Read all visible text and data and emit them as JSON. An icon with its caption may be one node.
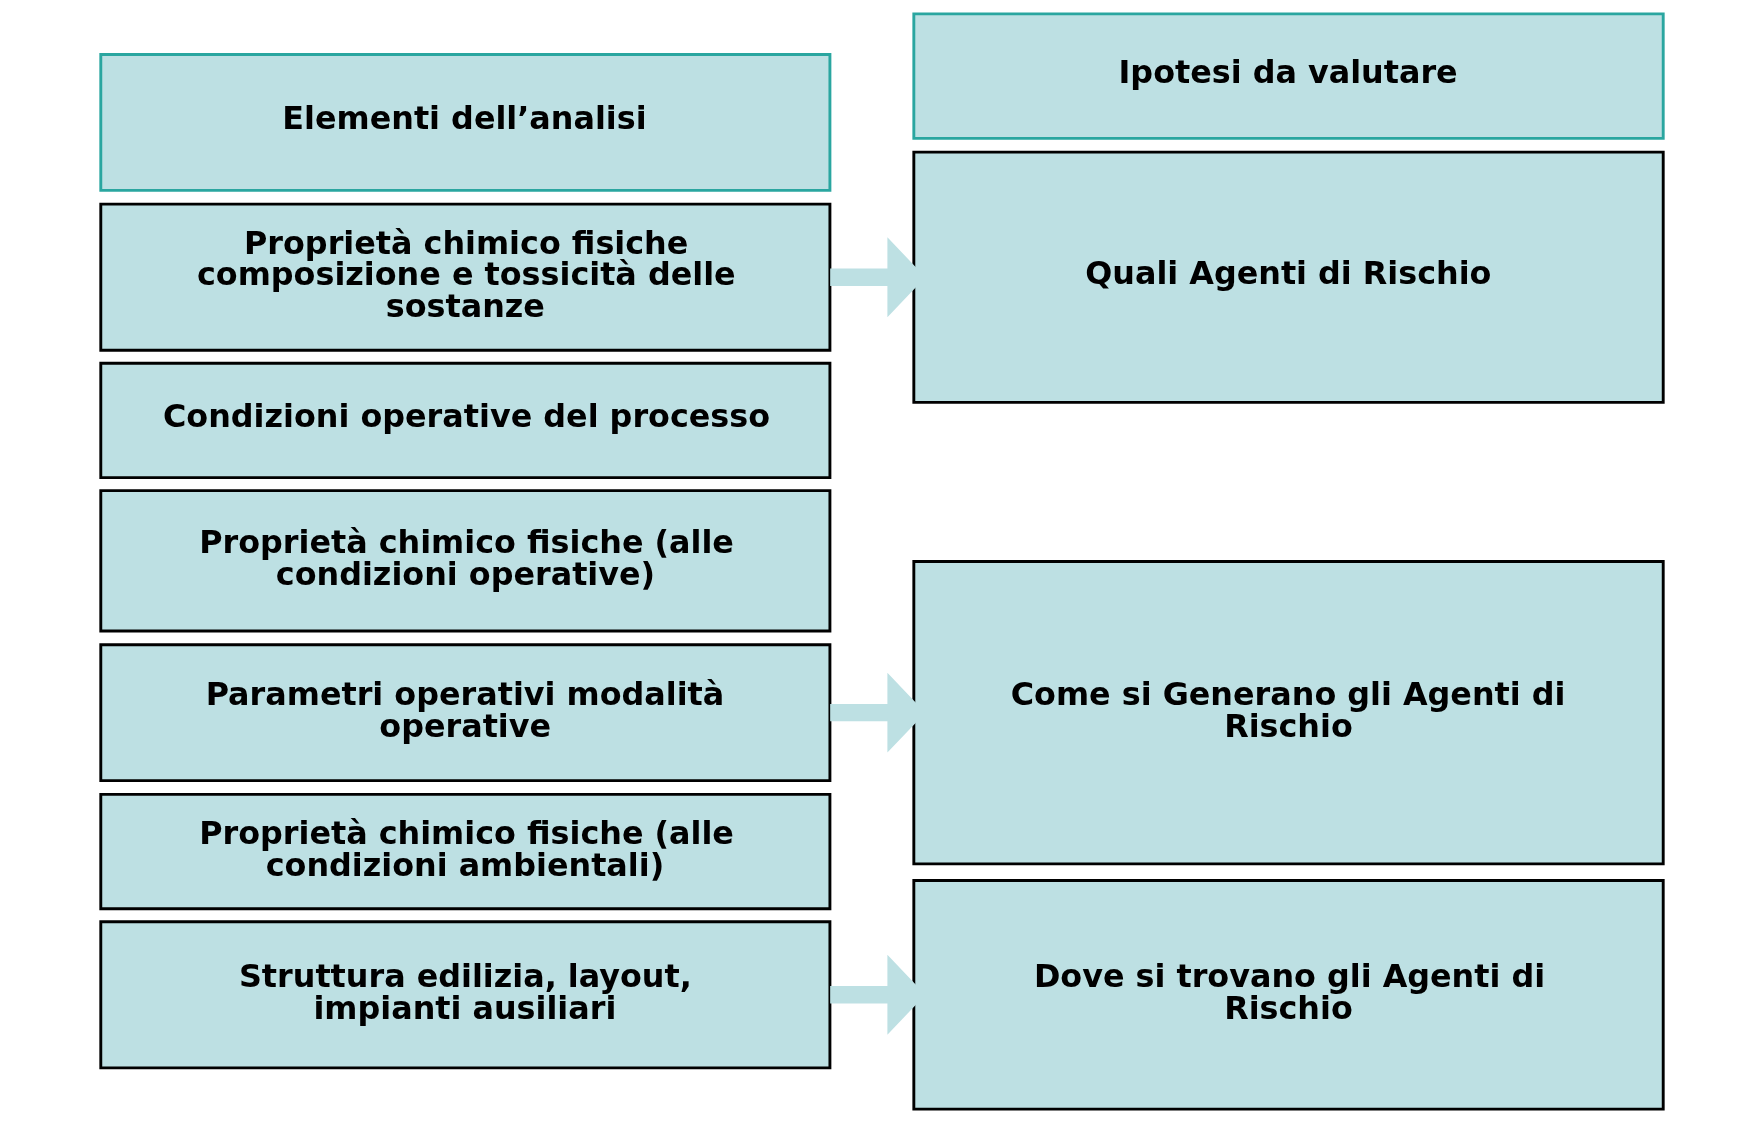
{
  "diagram": {
    "nodes": [
      {
        "text": [
          "Elementi dell’analisi"
        ]
      },
      {
        "text": [
          "Ipotesi da valutare"
        ]
      },
      {
        "text": [
          "Proprietà chimico fisiche composizione e tossicità delle sostanze"
        ]
      },
      {
        "text": [
          "Condizioni operative del processo"
        ]
      },
      {
        "text": [
          "Proprietà chimico fisiche (alle condizioni operative)"
        ]
      },
      {
        "text": [
          "Parametri operativi modalità operative"
        ]
      },
      {
        "text": [
          "Proprietà chimico fisiche (alle condizioni ambientali)"
        ]
      },
      {
        "text": [
          "Struttura edilizia, layout, impianti ausiliari"
        ]
      },
      {
        "text": [
          "Quali Agenti di Rischio"
        ]
      },
      {
        "text": [
          "Come si Generano gli Agenti di Rischio"
        ]
      },
      {
        "text": [
          "Dove si trovano gli Agenti di Rischio"
        ]
      }
    ],
    "edges": [
      {
        "from": 2,
        "to": 8,
        "arrow": "to"
      },
      {
        "from": 5,
        "to": 9,
        "arrow": "to"
      },
      {
        "from": 7,
        "to": 10,
        "arrow": "to"
      }
    ]
  }
}
